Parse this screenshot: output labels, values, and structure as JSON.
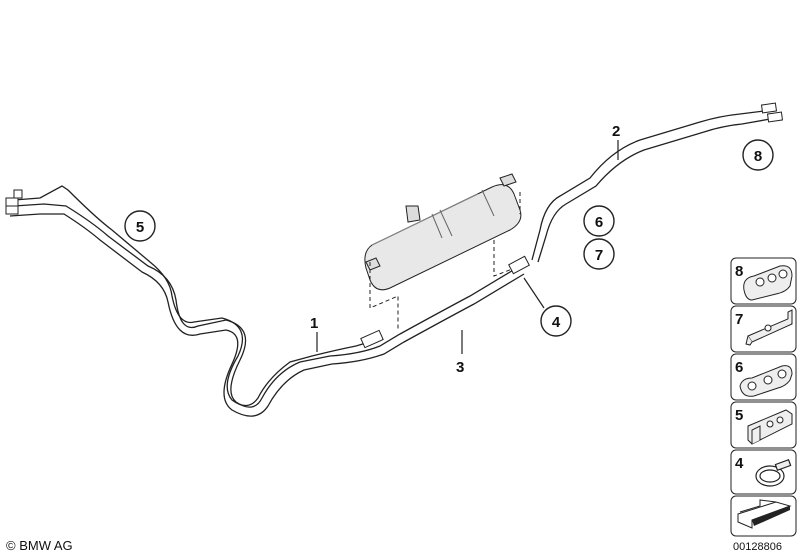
{
  "callouts": {
    "c1": "1",
    "c2": "2",
    "c3": "3",
    "c4": "4",
    "c5": "5",
    "c6": "6",
    "c7": "7",
    "c8": "8"
  },
  "legend": [
    {
      "number": "8",
      "icon": "triple-clip-icon"
    },
    {
      "number": "7",
      "icon": "bracket-clip-icon"
    },
    {
      "number": "6",
      "icon": "double-clip-icon"
    },
    {
      "number": "5",
      "icon": "holder-clip-icon"
    },
    {
      "number": "4",
      "icon": "hose-clamp-icon"
    }
  ],
  "copyright": "© BMW AG",
  "drawing_number": "00128806"
}
